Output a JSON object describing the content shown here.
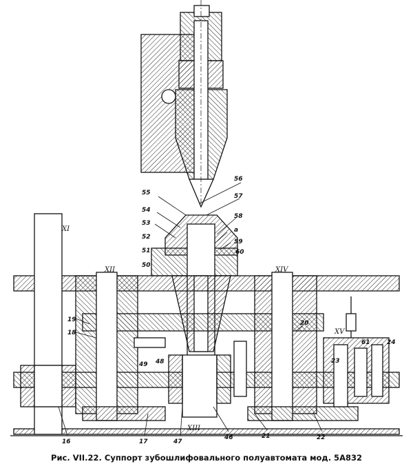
{
  "caption": "Рис. VII.22. Суппорт зубошлифовального полуавтомата мод. 5А832",
  "shafts": [
    "XI",
    "XII",
    "XIII",
    "XIV",
    "XV"
  ],
  "part_labels": [
    "56",
    "57",
    "55",
    "54",
    "53",
    "58",
    "a",
    "52",
    "59",
    "51",
    "60",
    "50",
    "19",
    "18",
    "20",
    "61",
    "24",
    "23",
    "49",
    "48",
    "47",
    "46",
    "16",
    "17",
    "21",
    "22"
  ]
}
